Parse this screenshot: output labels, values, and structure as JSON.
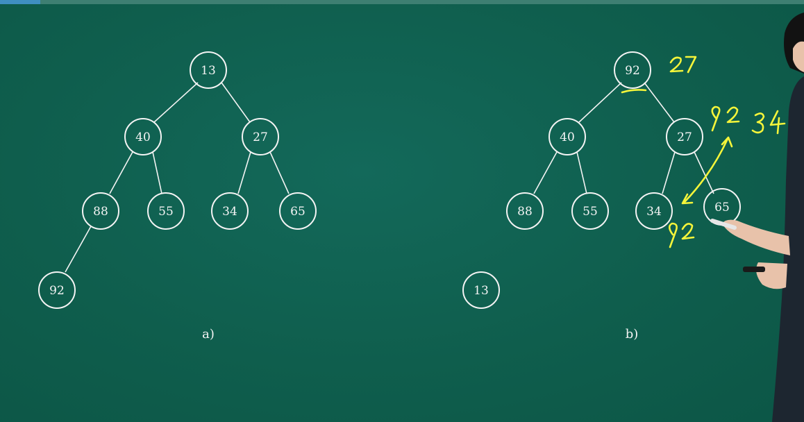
{
  "colors": {
    "board": "#0f5d4c",
    "chalk": "#f4f4f4",
    "ink": "#f5f53a"
  },
  "diagrams": [
    {
      "caption": "a)",
      "nodes": [
        "13",
        "40",
        "27",
        "88",
        "55",
        "34",
        "65",
        "92"
      ]
    },
    {
      "caption": "b)",
      "nodes": [
        "92",
        "40",
        "27",
        "88",
        "55",
        "34",
        "65",
        "13"
      ]
    }
  ],
  "annotations": {
    "note_27": "27",
    "note_92_top": "92",
    "note_34": "34",
    "note_92_bottom": "92"
  }
}
